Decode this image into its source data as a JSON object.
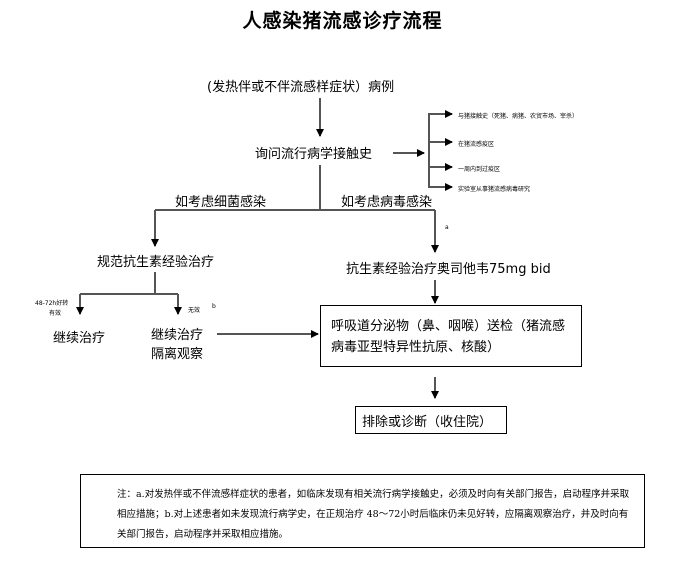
{
  "title": "人感染猪流感诊疗流程",
  "nodes": {
    "start": "(发热伴或不伴流感样症状）病例",
    "inquiry": "询问流行病学接触史",
    "exposure_items": [
      "与猪接触史（死猪、病猪、农贸市场、宰杀）",
      "在猪流感疫区",
      "一周内到过疫区",
      "实验室从事猪流感病毒研究"
    ],
    "branch_bacterial": "如考虑细菌感染",
    "branch_viral": "如考虑病毒感染",
    "viral_marker": "a",
    "bacterial_treatment": "规范抗生素经验治疗",
    "viral_treatment": "抗生素经验治疗奥司他韦75mg bid",
    "effective_label_line1": "48-72h好转",
    "effective_label_line2": "有效",
    "ineffective_label": "无效",
    "ineffective_marker": "b",
    "continue_treatment": "继续治疗",
    "continue_isolate_line1": "继续治疗",
    "continue_isolate_line2": "隔离观察",
    "respiratory_test": "呼吸道分泌物（鼻、咽喉）送检（猪流感病毒亚型特异性抗原、核酸）",
    "outcome": "排除或诊断（收住院）"
  },
  "note": "注：a.对发热伴或不伴流感样症状的患者，如临床发现有相关流行病学接触史，必须及时向有关部门报告，启动程序并采取相应措施；b.对上述患者如未发现流行病学史，在正规治疗 48～72小时后临床仍未见好转，应隔离观察治疗，并及时向有关部门报告，启动程序并采取相应措施。"
}
